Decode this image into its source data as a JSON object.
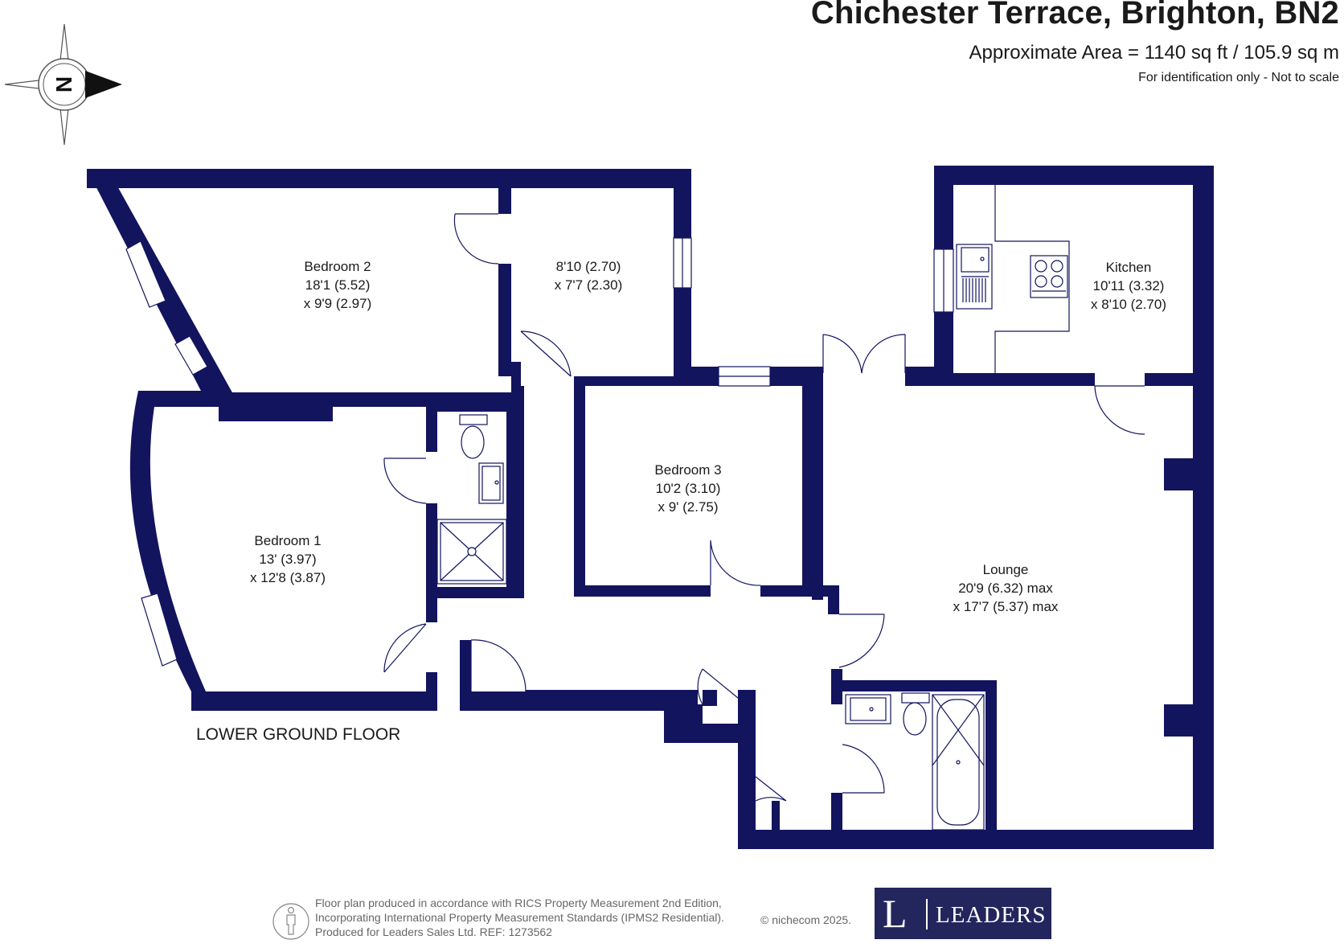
{
  "header": {
    "title": "Chichester Terrace, Brighton, BN2",
    "area": "Approximate Area = 1140 sq ft / 105.9 sq m",
    "note": "For identification only - Not to scale"
  },
  "compass": {
    "letter": "N"
  },
  "rooms": {
    "bedroom2": {
      "name": "Bedroom 2",
      "dim1": "18'1 (5.52)",
      "dim2": "x 9'9 (2.97)"
    },
    "study": {
      "dim1": "8'10 (2.70)",
      "dim2": "x 7'7 (2.30)"
    },
    "kitchen": {
      "name": "Kitchen",
      "dim1": "10'11 (3.32)",
      "dim2": "x 8'10 (2.70)"
    },
    "bedroom3": {
      "name": "Bedroom 3",
      "dim1": "10'2 (3.10)",
      "dim2": "x 9' (2.75)"
    },
    "bedroom1": {
      "name": "Bedroom 1",
      "dim1": "13' (3.97)",
      "dim2": "x 12'8 (3.87)"
    },
    "lounge": {
      "name": "Lounge",
      "dim1": "20'9 (6.32) max",
      "dim2": "x 17'7 (5.37) max"
    }
  },
  "floor_label": "LOWER GROUND FLOOR",
  "footer": {
    "line1": "Floor plan produced in accordance with RICS Property Measurement 2nd Edition,",
    "line2": "Incorporating International Property Measurement Standards (IPMS2 Residential).",
    "line3": "Produced for Leaders Sales Ltd.   REF:  1273562",
    "copyright": "© nichecom 2025."
  },
  "logo": {
    "letter": "L",
    "word": "LEADERS"
  },
  "colors": {
    "wall": "#13145e",
    "text": "#1a1a1a",
    "logo_bg": "#23265c"
  }
}
